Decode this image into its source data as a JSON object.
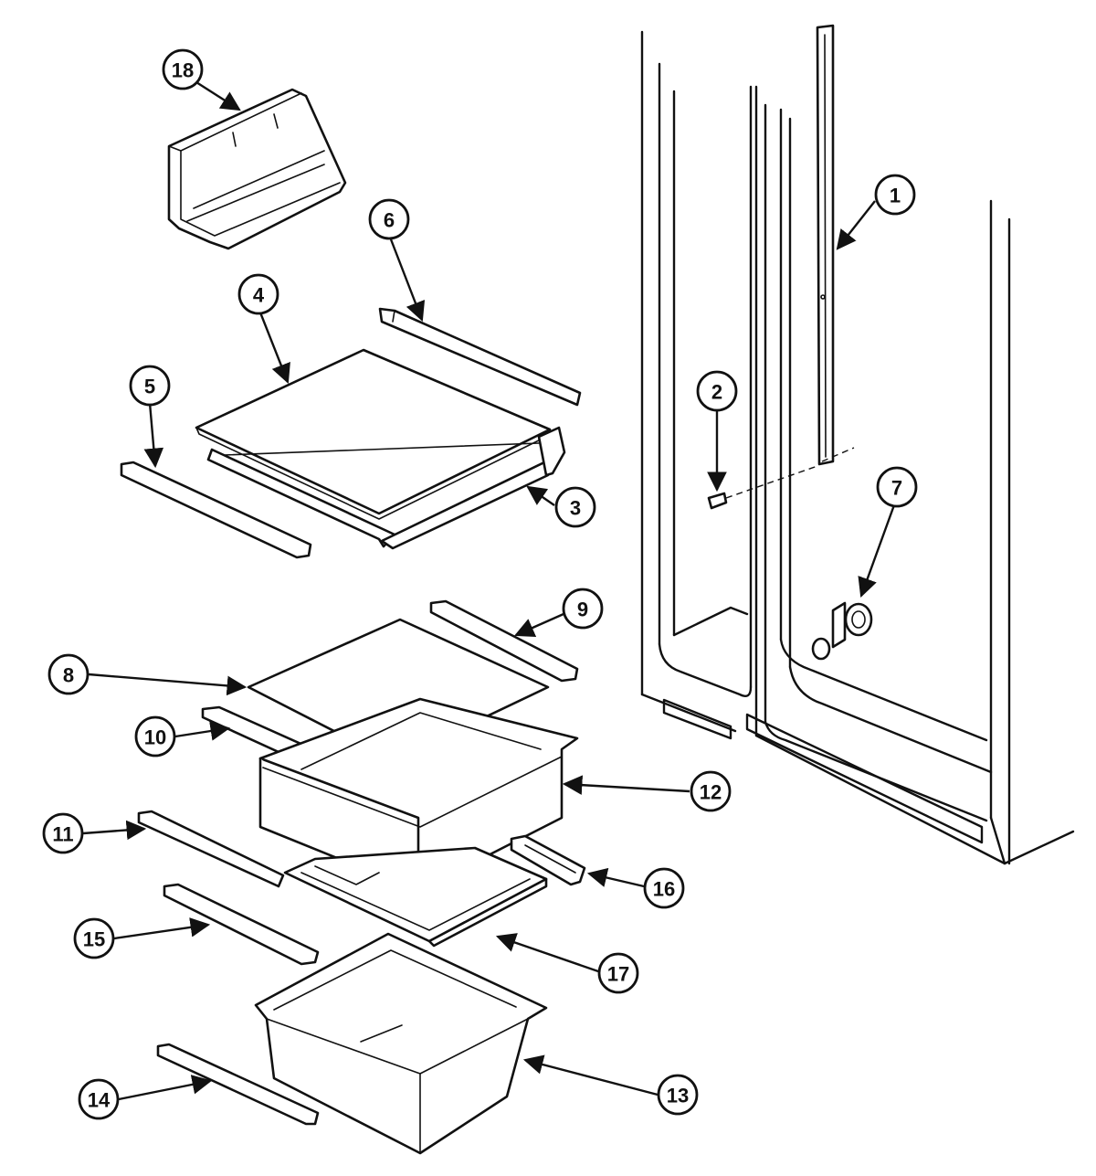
{
  "callouts": {
    "c1": "1",
    "c2": "2",
    "c3": "3",
    "c4": "4",
    "c5": "5",
    "c6": "6",
    "c7": "7",
    "c8": "8",
    "c9": "9",
    "c10": "10",
    "c11": "11",
    "c12": "12",
    "c13": "13",
    "c14": "14",
    "c15": "15",
    "c16": "16",
    "c17": "17",
    "c18": "18"
  },
  "colors": {
    "ink": "#111111",
    "paper": "#ffffff"
  }
}
